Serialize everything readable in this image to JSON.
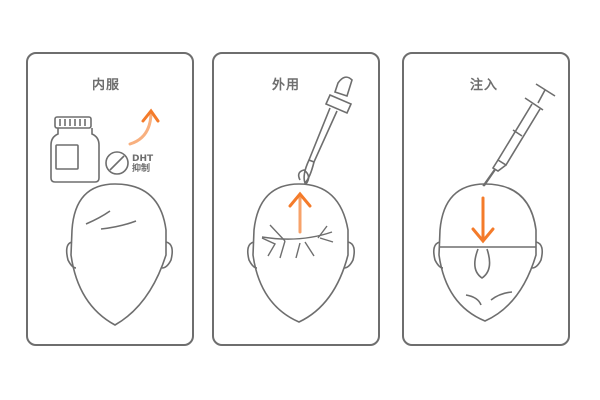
{
  "panels": [
    {
      "id": "oral",
      "title": "内服",
      "badge_line1": "DHT",
      "badge_line2": "抑制",
      "icon": "pill-bottle-icon",
      "arrow": "up"
    },
    {
      "id": "topical",
      "title": "外用",
      "icon": "dropper-icon",
      "arrow": "up"
    },
    {
      "id": "injection",
      "title": "注入",
      "icon": "syringe-icon",
      "arrow": "down"
    }
  ],
  "colors": {
    "stroke": "#6e6e6e",
    "accent": "#f47b2a",
    "background": "#ffffff"
  }
}
